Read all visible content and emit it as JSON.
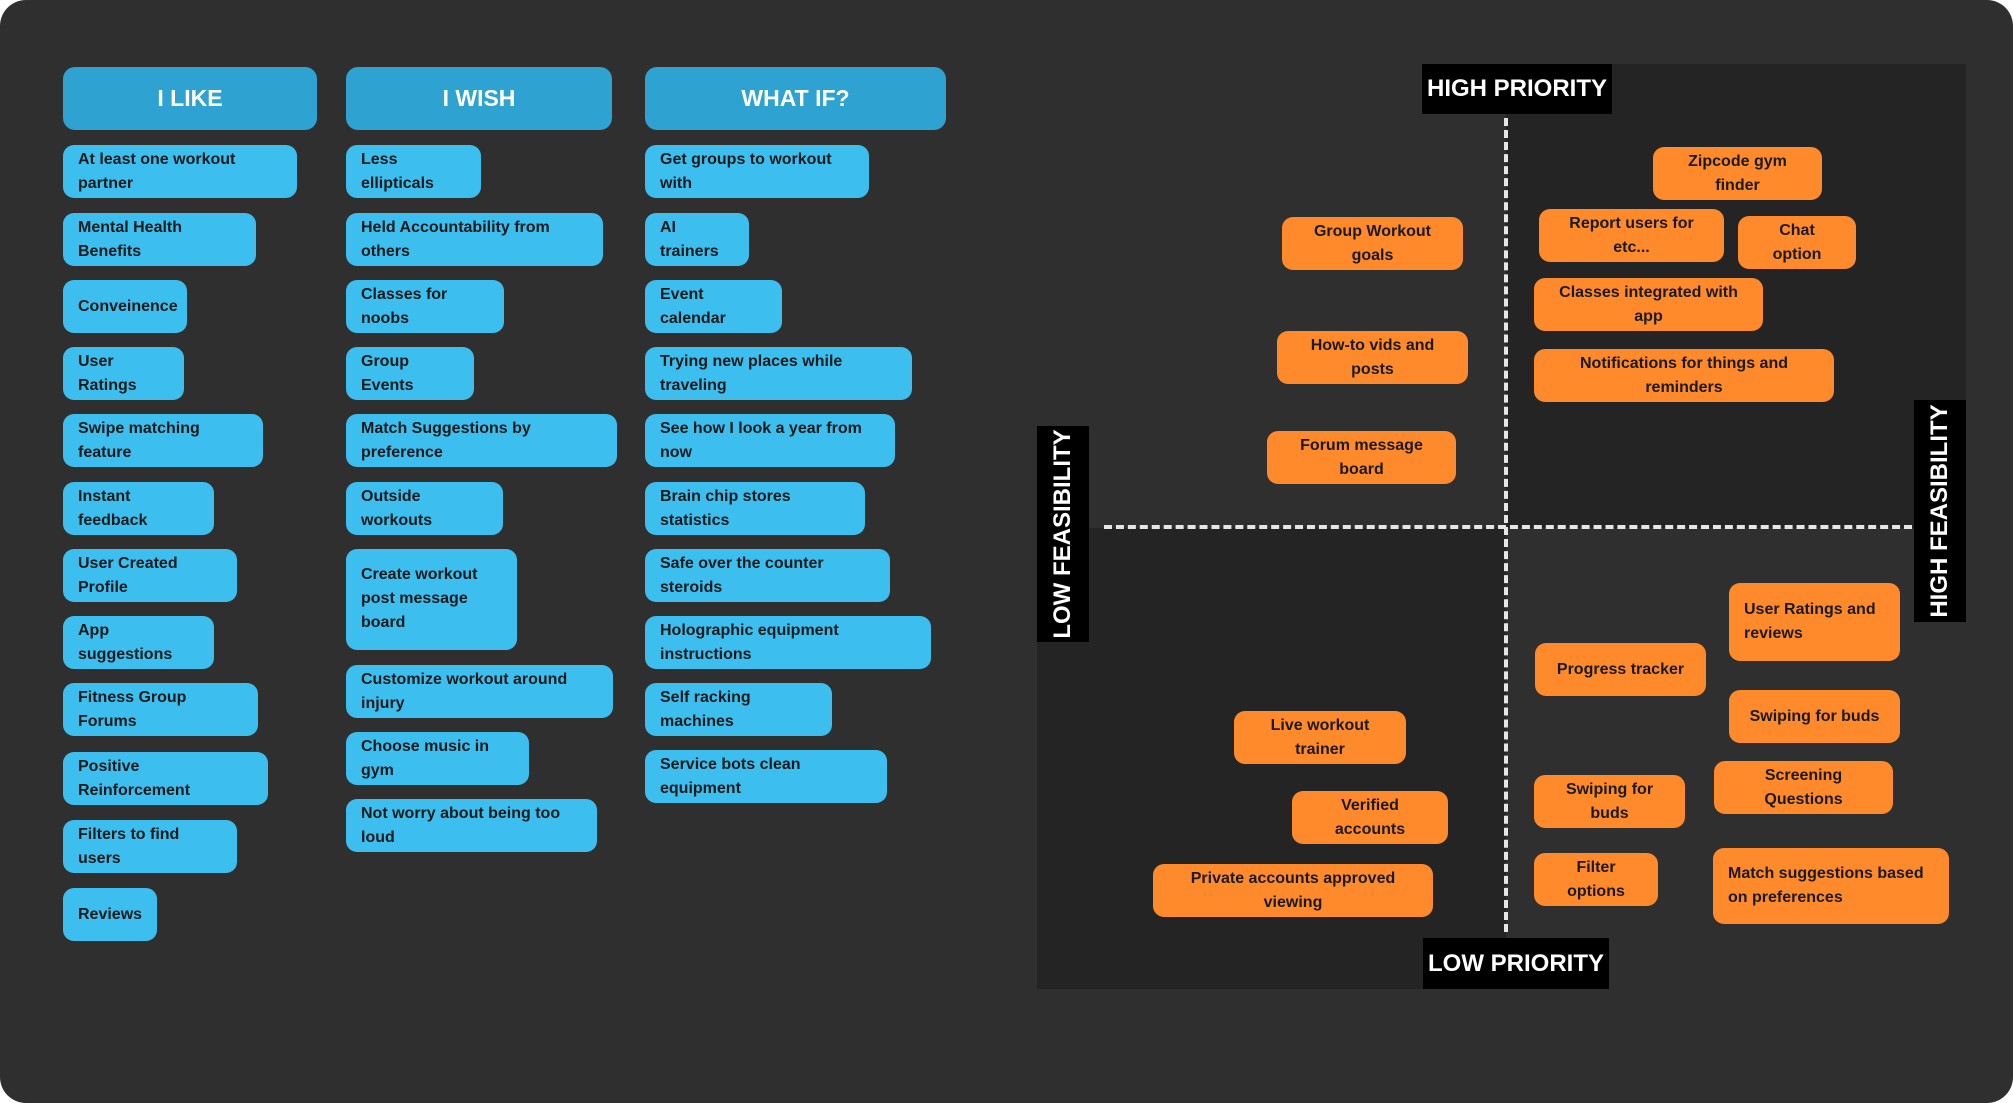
{
  "columns": {
    "like": {
      "title": "I LIKE",
      "items": [
        "At least one workout partner",
        "Mental Health Benefits",
        "Conveinence",
        "User Ratings",
        "Swipe matching feature",
        "Instant feedback",
        "User Created Profile",
        "App suggestions",
        "Fitness Group Forums",
        "Positive Reinforcement",
        "Filters to find users",
        "Reviews"
      ]
    },
    "wish": {
      "title": "I WISH",
      "items": [
        "Less ellipticals",
        "Held Accountability from others",
        "Classes for noobs",
        "Group Events",
        "Match Suggestions by preference",
        "Outside workouts",
        "Create workout post message board",
        "Customize workout around injury",
        "Choose music in gym",
        "Not worry about being too loud"
      ]
    },
    "whatif": {
      "title": "WHAT IF?",
      "items": [
        "Get groups to workout with",
        "AI trainers",
        "Event calendar",
        "Trying new places while traveling",
        "See how I look a year from now",
        "Brain chip stores statistics",
        "Safe over the counter steroids",
        "Holographic equipment instructions",
        "Self racking machines",
        "Service bots clean equipment"
      ]
    }
  },
  "matrix": {
    "high_priority": "HIGH PRIORITY",
    "low_priority": "LOW PRIORITY",
    "low_feasibility": "LOW FEASIBILITY",
    "high_feasibility": "HIGH FEASIBILITY",
    "top_left": [
      "Group Workout goals",
      "How-to vids and posts",
      "Forum message board"
    ],
    "top_right": [
      "Zipcode gym finder",
      "Report users for etc...",
      "Chat option",
      "Classes integrated with app",
      "Notifications for things and reminders"
    ],
    "bottom_left": [
      "Live workout trainer",
      "Verified accounts",
      "Private accounts approved viewing"
    ],
    "bottom_right": [
      "User Ratings and reviews",
      "Progress tracker",
      "Swiping for buds",
      "Screening Questions",
      "Swiping for buds",
      "Filter options",
      "Match suggestions based on preferences"
    ]
  },
  "colors": {
    "background": "#2f2f2f",
    "header": "#2ea3d1",
    "sticky_blue": "#3cbfef",
    "sticky_orange": "#ff8a2c",
    "quadrant": "#242424"
  }
}
